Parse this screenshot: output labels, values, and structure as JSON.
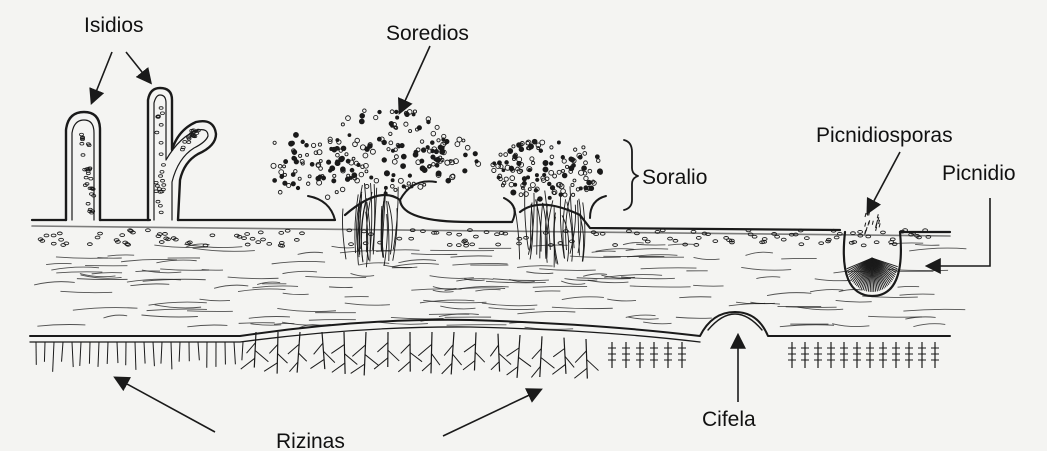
{
  "labels": {
    "isidios": "Isidios",
    "soredios": "Soredios",
    "soralio": "Soralio",
    "picnidiosporas": "Picnidiosporas",
    "picnidio": "Picnidio",
    "rizinas": "Rizinas",
    "cifela": "Cifela"
  },
  "colors": {
    "ink": "#1a1a1a",
    "paper": "#f4f4f2"
  }
}
